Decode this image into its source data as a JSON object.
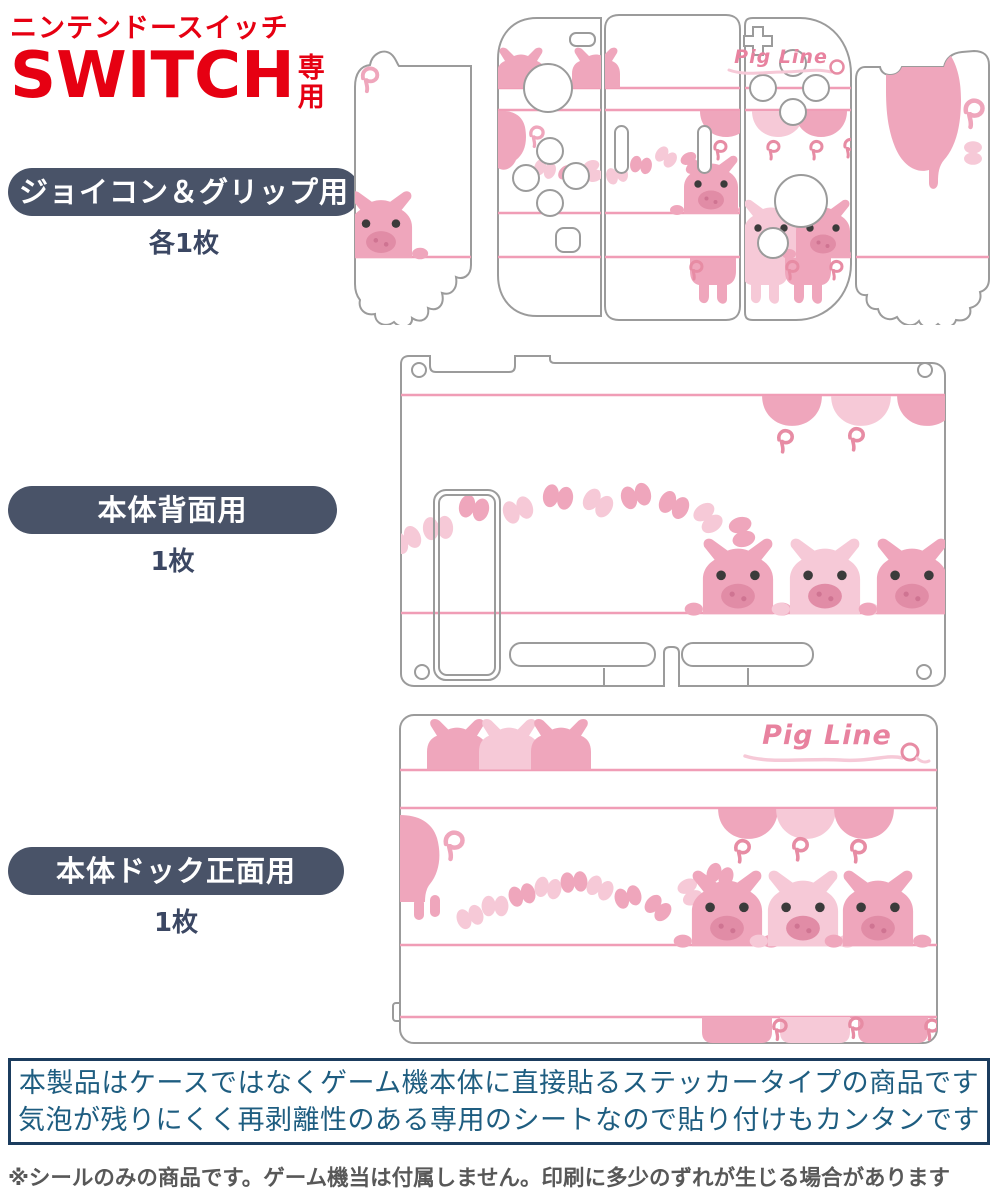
{
  "header": {
    "kana_title": "ニンテンドースイッチ",
    "main_title": "SWITCH",
    "suffix": "専用"
  },
  "sections": [
    {
      "label": "ジョイコン＆グリップ用",
      "count": "各1枚"
    },
    {
      "label": "本体背面用",
      "count": "1枚"
    },
    {
      "label": "本体ドック正面用",
      "count": "1枚"
    }
  ],
  "artwork": {
    "brand": "Pig Line",
    "sheets": [
      "joycon-grip-sheet",
      "console-back-sheet",
      "dock-front-sheet"
    ]
  },
  "notice": {
    "line1": "本製品はケースではなくゲーム機本体に直接貼るステッカータイプの商品です",
    "line2": "気泡が残りにくく再剥離性のある専用のシートなので貼り付けもカンタンです",
    "footnote": "※シールのみの商品です。ゲーム機当は付属しません。印刷に多少のずれが生じる場合があります"
  },
  "colors": {
    "accent_red": "#e60012",
    "pill_bg": "#495368",
    "count_text": "#3b4763",
    "notice_border": "#1b3c5e",
    "notice_text": "#1e5d80",
    "footnote_text": "#585858",
    "pig_pink": "#efa6bc",
    "pig_pink_light": "#f6c9d7",
    "pig_line": "#f09db6",
    "outline_gray": "#9b9b9b"
  }
}
